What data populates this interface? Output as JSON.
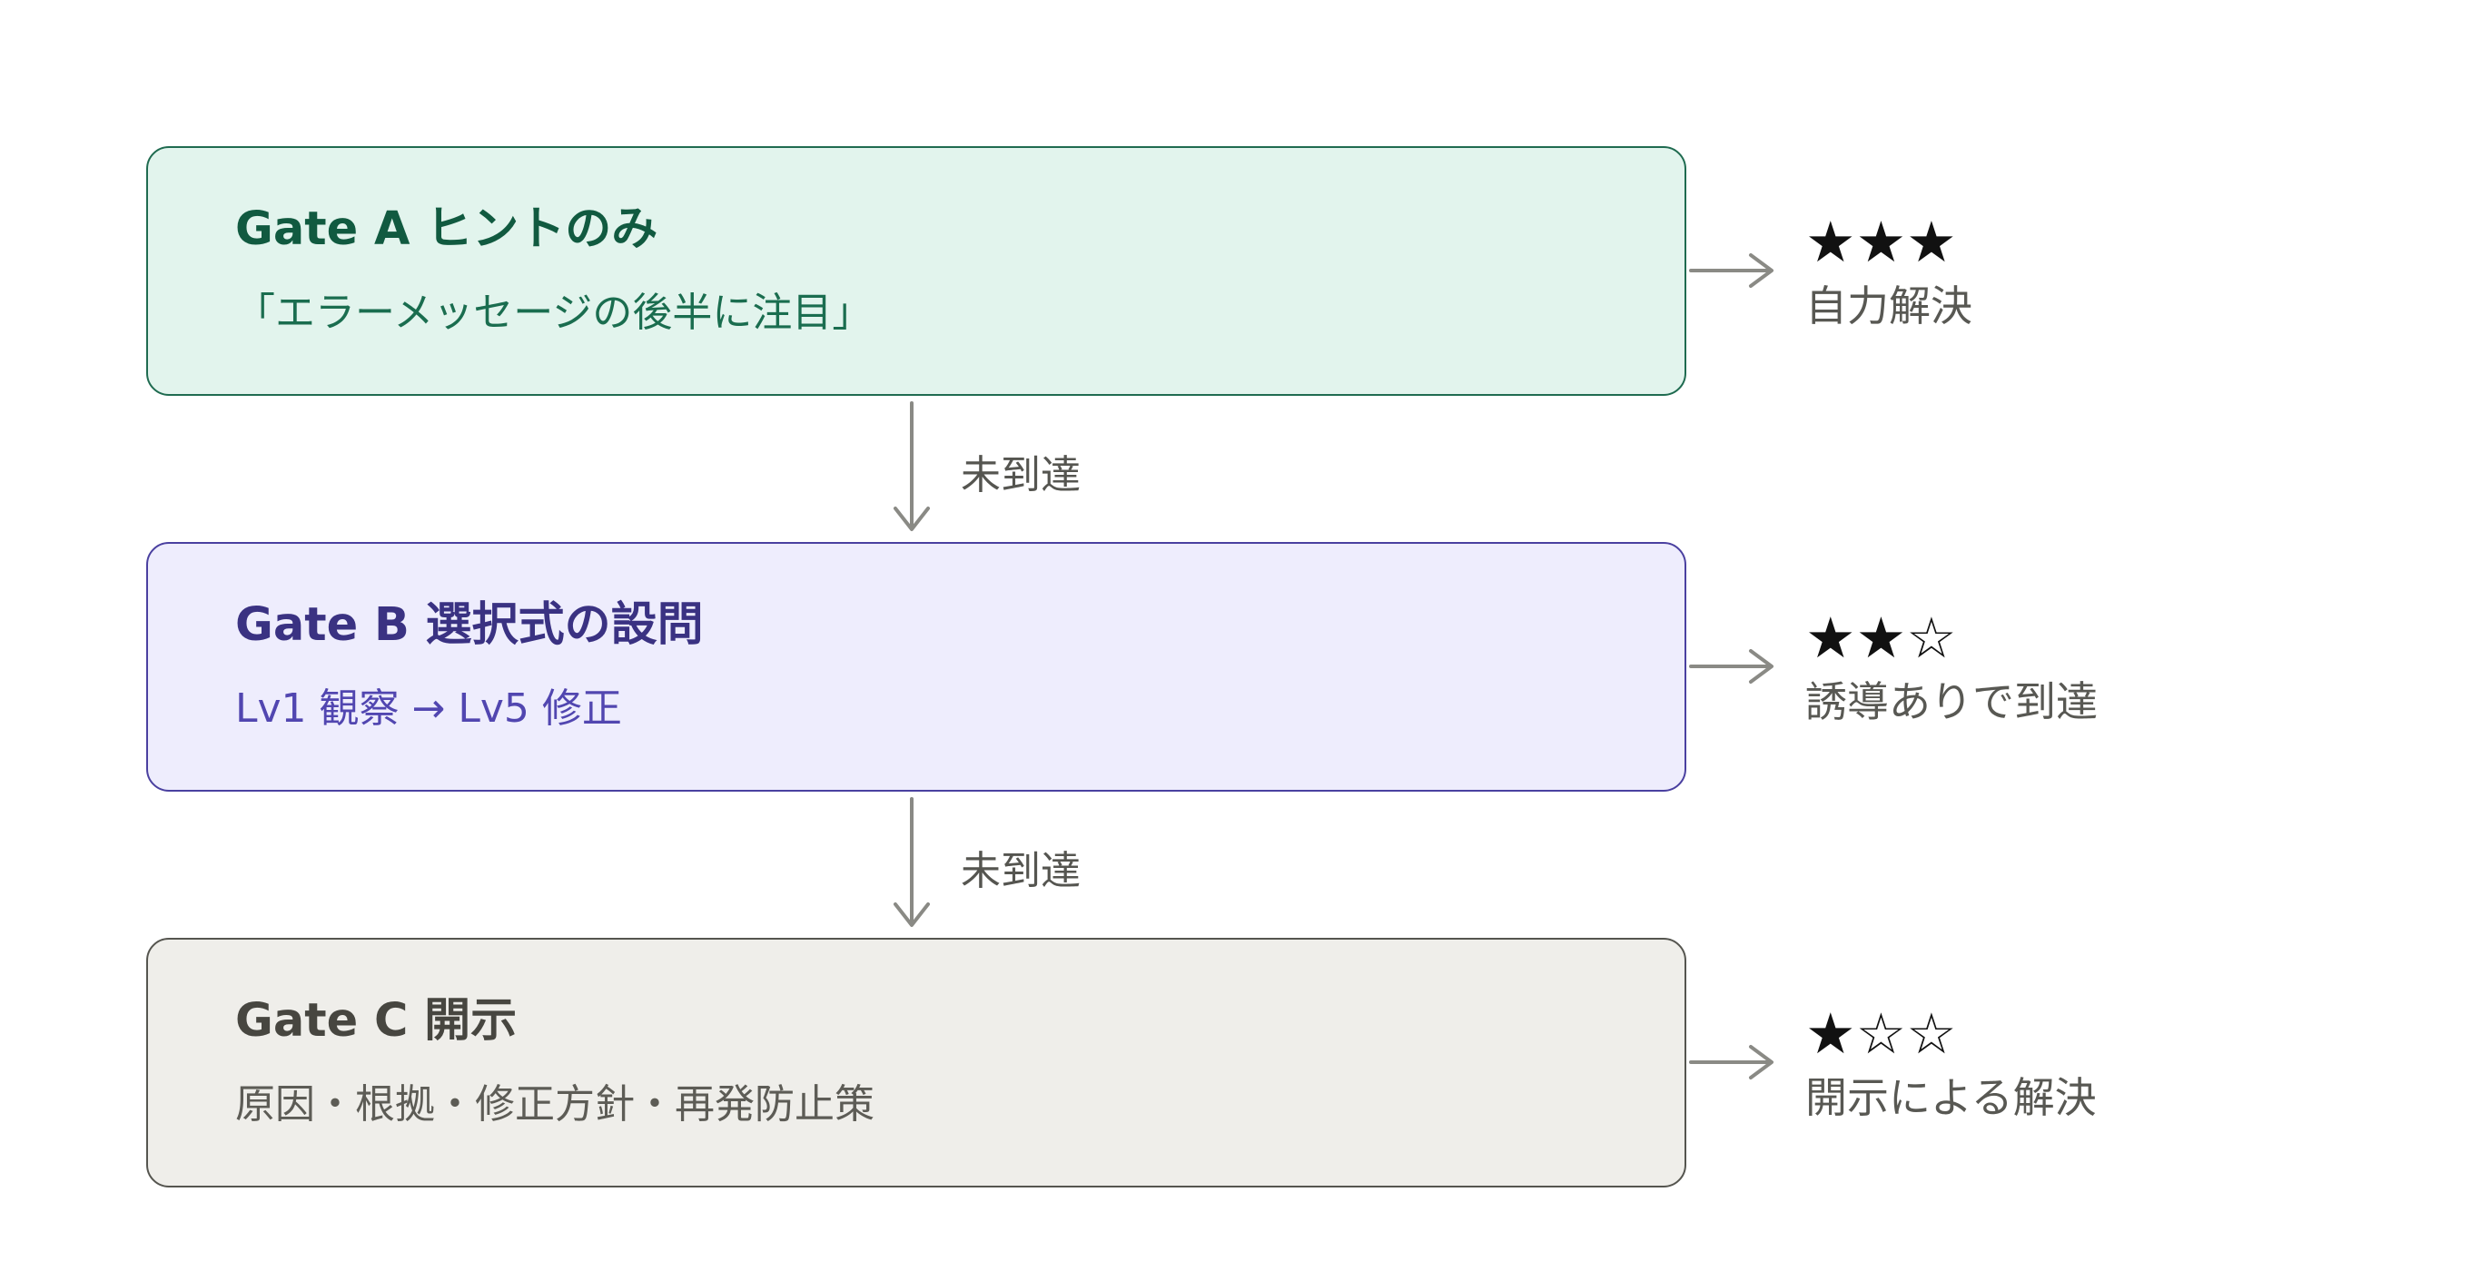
{
  "gates": [
    {
      "title": "Gate A ヒントのみ",
      "description": "「エラーメッセージの後半に注目」",
      "rating": "★★★",
      "result": "自力解決"
    },
    {
      "title": "Gate B 選択式の設問",
      "description": "Lv1 観察 → Lv5 修正",
      "rating": "★★☆",
      "result": "誘導ありで到達"
    },
    {
      "title": "Gate C 開示",
      "description": "原因・根拠・修正方針・再発防止策",
      "rating": "★☆☆",
      "result": "開示による解決"
    }
  ],
  "connectors": [
    {
      "label": "未到達"
    },
    {
      "label": "未到達"
    }
  ],
  "colors": {
    "gate_a_fill": "#e2f4ed",
    "gate_a_text": "#115a40",
    "gate_b_fill": "#eeedfd",
    "gate_b_text": "#3a3282",
    "gate_c_fill": "#efeeea",
    "gate_c_text": "#474640",
    "arrow": "#8a8a85"
  }
}
